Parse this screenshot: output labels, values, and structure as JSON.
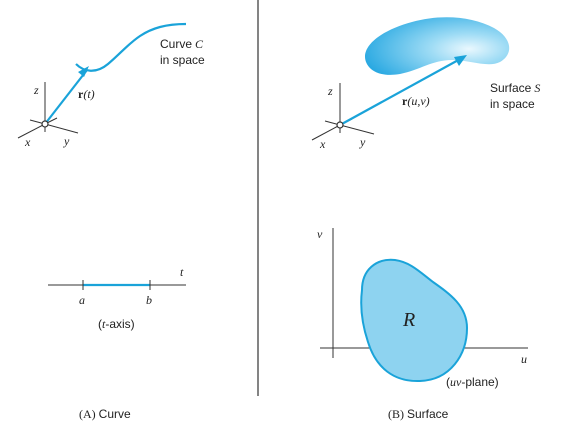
{
  "colors": {
    "accent": "#1aa3d9",
    "fill_region": "#8ed3f0",
    "surface_dark": "#2bb0e6",
    "surface_light": "#c4ecfb",
    "ink": "#222222",
    "divider": "#333333"
  },
  "panel_a": {
    "caption_letter": "(A)",
    "caption_word": "Curve",
    "curve_label_line1": "Curve",
    "curve_label_symbol": "C",
    "curve_label_line2": "in space",
    "vector_bold": "r",
    "vector_arg": "(t)",
    "axis_z": "z",
    "axis_x": "x",
    "axis_y": "y",
    "interval_a": "a",
    "interval_b": "b",
    "param_t": "t",
    "t_axis_open": "(",
    "t_axis_var": "t",
    "t_axis_close": "-axis)"
  },
  "panel_b": {
    "caption_letter": "(B)",
    "caption_word": "Surface",
    "surface_label_line1": "Surface",
    "surface_label_symbol": "S",
    "surface_label_line2": "in space",
    "vector_bold": "r",
    "vector_arg": "(u,v)",
    "axis_z": "z",
    "axis_x": "x",
    "axis_y": "y",
    "axis_v": "v",
    "axis_u": "u",
    "region_label": "R",
    "plane_open": "(",
    "plane_var": "uv",
    "plane_close": "-plane)"
  }
}
